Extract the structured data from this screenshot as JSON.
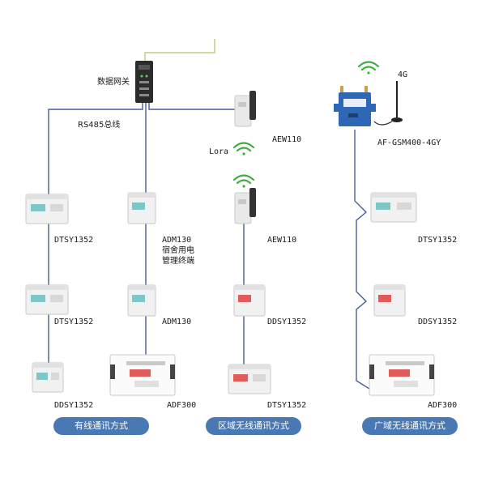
{
  "gateway": {
    "label": "数据网关",
    "bus_label": "RS485总线"
  },
  "devices": {
    "wired_top": "DTSY1352",
    "wired_mid": "DTSY1352",
    "wired_bot": "DDSY1352",
    "adm_top": "ADM130",
    "adm_top_desc_1": "宿舍用电",
    "adm_top_desc_2": "管理终端",
    "adm_mid": "ADM130",
    "adf_left": "ADF300",
    "aew_top": "AEW110",
    "lora": "Lora",
    "aew_mid": "AEW110",
    "lora_meter_1": "DDSY1352",
    "lora_meter_2": "DTSY1352",
    "modem": "AF-GSM400-4GY",
    "modem_band": "4G",
    "wide_top": "DTSY1352",
    "wide_mid": "DDSY1352",
    "adf_right": "ADF300"
  },
  "categories": {
    "wired": "有线通讯方式",
    "local_wireless": "区域无线通讯方式",
    "wide_wireless": "广域无线通讯方式"
  },
  "colors": {
    "line": "#4a5a9a",
    "antenna_line": "#b9cf7a",
    "pill": "#4a78b3",
    "wifi": "#3fae3f",
    "modem": "#2e67b5",
    "meter_lcd": "#7fc7c7"
  }
}
